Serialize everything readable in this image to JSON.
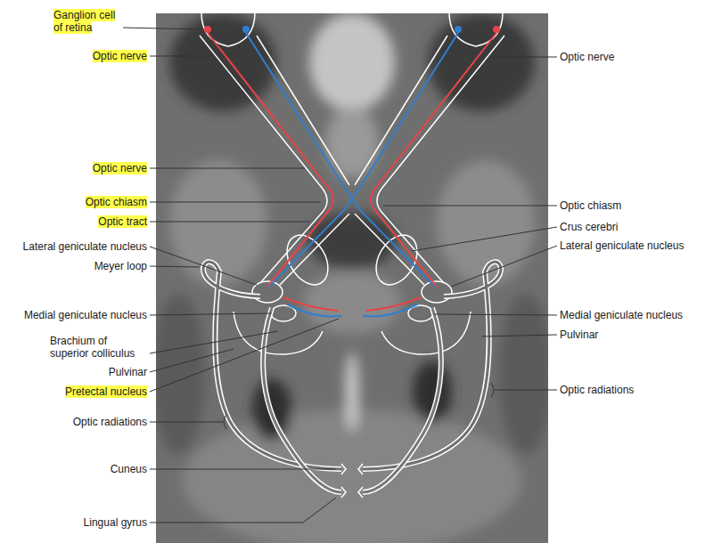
{
  "diagram": {
    "labels": [
      "Ganglion cell of retina",
      "Optic nerve",
      "Optic nerve",
      "Optic nerve",
      "Optic chiasm",
      "Optic chiasm",
      "Optic tract",
      "Crus cerebri",
      "Lateral geniculate nucleus",
      "Lateral geniculate nucleus",
      "Meyer loop",
      "Medial geniculate nucleus",
      "Medial geniculate nucleus",
      "Pulvinar",
      "Brachium of superior colliculus",
      "Pulvinar",
      "Optic radiations",
      "Pretectal nucleus",
      "Optic radiations",
      "Cuneus",
      "Lingual gyrus"
    ]
  }
}
